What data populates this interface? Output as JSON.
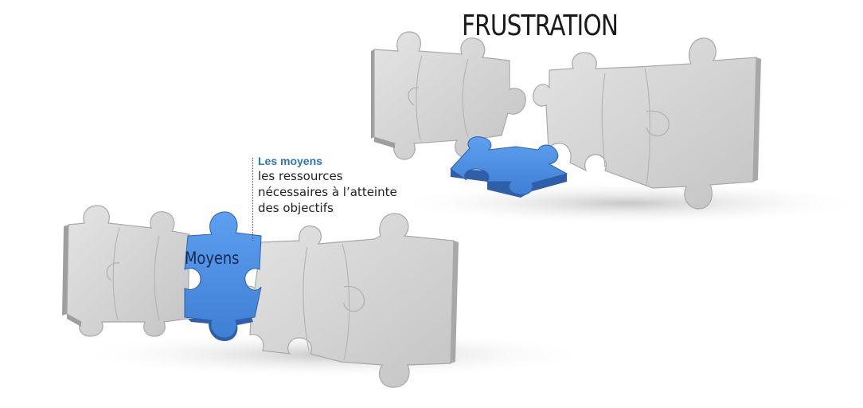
{
  "diagram": {
    "title": "FRUSTRATION",
    "annotation": {
      "heading": "Les moyens",
      "lines": [
        "les ressources",
        "nécessaires à l’atteinte",
        "des objectifs"
      ]
    },
    "highlight_piece_label": "Moyens",
    "colors": {
      "piece_grey": "#d4d4d4",
      "piece_grey_shade": "#9e9e9e",
      "piece_blue": "#4a8ee0",
      "piece_blue_shade": "#2f5fa8",
      "annotation_heading": "#2e75b6"
    }
  }
}
